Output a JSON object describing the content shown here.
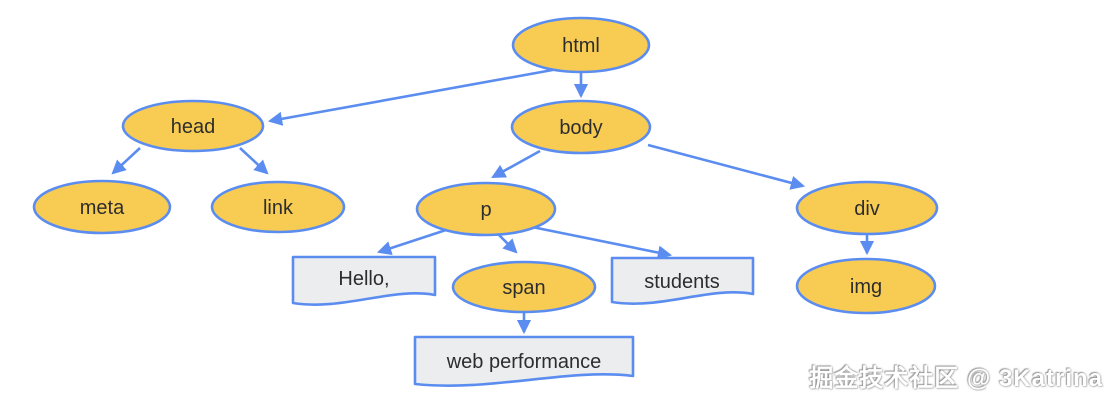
{
  "diagram": {
    "description": "DOM tree of an HTML document",
    "colors": {
      "node_fill": "#f8cb52",
      "node_stroke": "#5b8df0",
      "arrow": "#5b8df0",
      "text_node_fill": "#ecedee",
      "label_color": "#2d2d2d",
      "background": "#ffffff"
    },
    "nodes": [
      {
        "id": "html",
        "label": "html",
        "type": "element"
      },
      {
        "id": "head",
        "label": "head",
        "type": "element"
      },
      {
        "id": "body",
        "label": "body",
        "type": "element"
      },
      {
        "id": "meta",
        "label": "meta",
        "type": "element"
      },
      {
        "id": "link",
        "label": "link",
        "type": "element"
      },
      {
        "id": "p",
        "label": "p",
        "type": "element"
      },
      {
        "id": "div",
        "label": "div",
        "type": "element"
      },
      {
        "id": "hello",
        "label": "Hello,",
        "type": "text"
      },
      {
        "id": "span",
        "label": "span",
        "type": "element"
      },
      {
        "id": "students",
        "label": "students",
        "type": "text"
      },
      {
        "id": "img",
        "label": "img",
        "type": "element"
      },
      {
        "id": "web-performance",
        "label": "web performance",
        "type": "text"
      }
    ],
    "edges": [
      {
        "from": "html",
        "to": "head"
      },
      {
        "from": "html",
        "to": "body"
      },
      {
        "from": "head",
        "to": "meta"
      },
      {
        "from": "head",
        "to": "link"
      },
      {
        "from": "body",
        "to": "p"
      },
      {
        "from": "body",
        "to": "div"
      },
      {
        "from": "p",
        "to": "hello"
      },
      {
        "from": "p",
        "to": "span"
      },
      {
        "from": "p",
        "to": "students"
      },
      {
        "from": "span",
        "to": "web-performance"
      },
      {
        "from": "div",
        "to": "img"
      }
    ]
  },
  "watermark": {
    "text": "掘金技术社区 @ 3Katrina"
  }
}
